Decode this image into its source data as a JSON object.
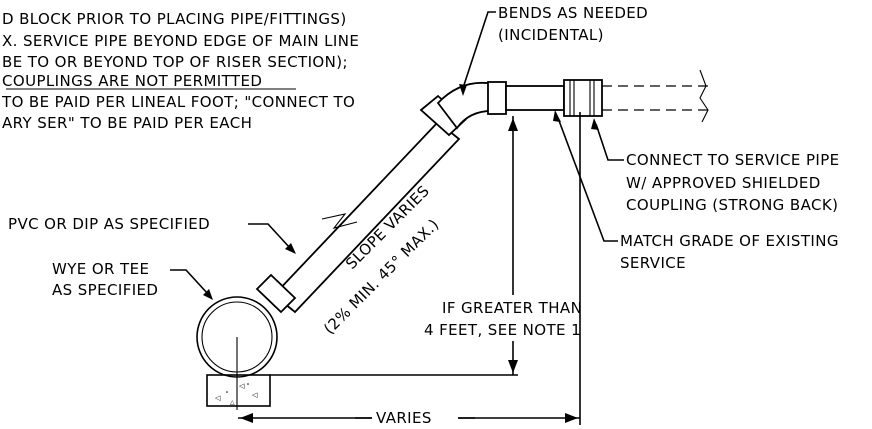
{
  "notes": {
    "line1": "D BLOCK PRIOR TO PLACING PIPE/FITTINGS)",
    "line2": "X. SERVICE PIPE BEYOND EDGE OF MAIN LINE",
    "line3": " BE TO OR BEYOND TOP OF RISER SECTION);",
    "line4": " COUPLINGS ARE NOT PERMITTED",
    "line5": "TO BE PAID PER LINEAL FOOT; \"CONNECT TO",
    "line6": "ARY SER\" TO BE PAID PER EACH"
  },
  "labels": {
    "bends_1": "BENDS AS NEEDED",
    "bends_2": "(INCIDENTAL)",
    "connect_1": "CONNECT TO SERVICE PIPE",
    "connect_2": "W/ APPROVED SHIELDED",
    "connect_3": "COUPLING (STRONG BACK)",
    "match_1": "MATCH GRADE OF EXISTING",
    "match_2": "SERVICE",
    "pvc": "PVC OR DIP AS SPECIFIED",
    "wye_1": "WYE OR TEE",
    "wye_2": "AS SPECIFIED",
    "slope_1": "SLOPE VARIES",
    "slope_2": "(2% MIN. 45° MAX.)",
    "if_1": "IF GREATER THAN",
    "if_2": "4 FEET, SEE NOTE 1",
    "varies": "VARIES"
  }
}
